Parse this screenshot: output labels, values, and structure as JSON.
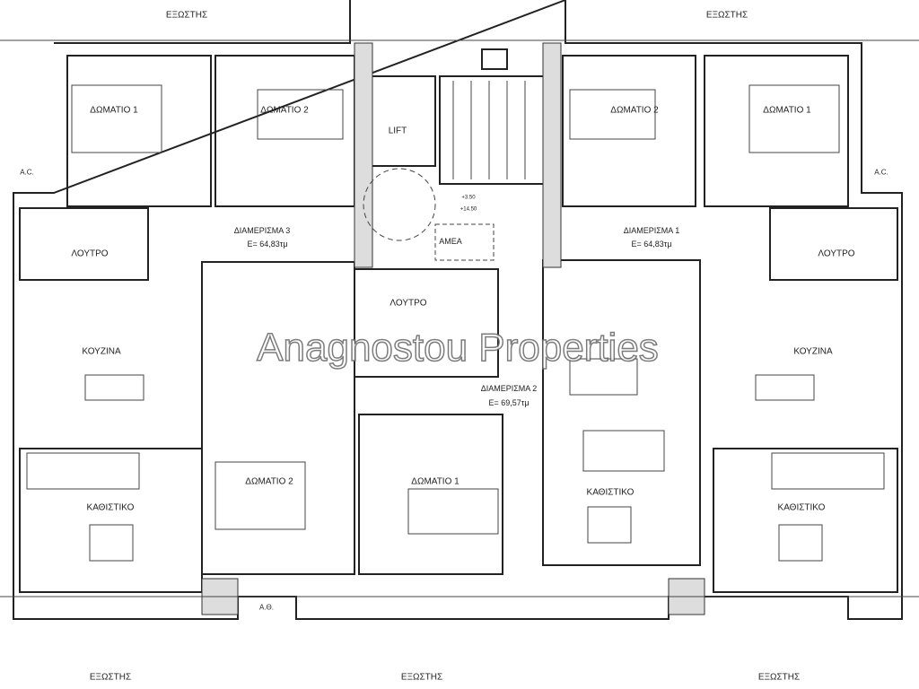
{
  "balconies": [
    "ΕΞΩΣΤΗΣ",
    "ΕΞΩΣΤΗΣ",
    "ΕΞΩΣΤΗΣ",
    "ΕΞΩΣΤΗΣ",
    "ΕΞΩΣΤΗΣ"
  ],
  "rooms": {
    "bed1_left": "ΔΩΜΑΤΙΟ 1",
    "bed2_left": "ΔΩΜΑΤΙΟ 2",
    "lift": "LIFT",
    "bed2_right": "ΔΩΜΑΤΙΟ 2",
    "bed1_right": "ΔΩΜΑΤΙΟ 1",
    "ac_left": "A.C.",
    "ac_right": "A.C.",
    "bath_left": "ΛΟΥΤΡΟ",
    "bath_right": "ΛΟΥΤΡΟ",
    "bath_center": "ΛΟΥΤΡΟ",
    "amea": "ΑΜΕΑ",
    "kitchen_left": "ΚΟΥΖΙΝΑ",
    "kitchen_right": "ΚΟΥΖΙΝΑ",
    "bed2_center": "ΔΩΜΑΤΙΟ 2",
    "bed1_center": "ΔΩΜΑΤΙΟ 1",
    "living_left": "ΚΑΘΙΣΤΙΚΟ",
    "living_center": "ΚΑΘΙΣΤΙΚΟ",
    "living_right": "ΚΑΘΙΣΤΙΚΟ",
    "shaft": "Α.Θ."
  },
  "apartments": [
    {
      "name": "ΔΙΑΜΕΡΙΣΜΑ 3",
      "area": "Ε= 64,83τμ"
    },
    {
      "name": "ΔΙΑΜΕΡΙΣΜΑ 1",
      "area": "Ε= 64,83τμ"
    },
    {
      "name": "ΔΙΑΜΕΡΙΣΜΑ 2",
      "area": "Ε= 69,57τμ"
    }
  ],
  "levels": [
    "+3.50",
    "+14.50"
  ],
  "watermark": "Anagnostou Properties"
}
